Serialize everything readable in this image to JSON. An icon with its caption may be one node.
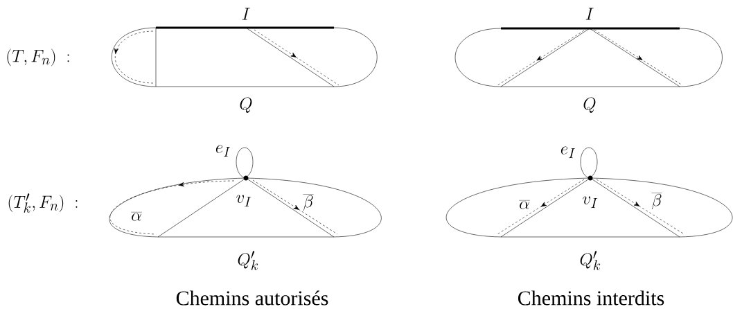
{
  "diagram": {
    "labels": [
      "(T,F_n)\\ :",
      "I",
      "I",
      "Q",
      "Q",
      "e_I",
      "e_I",
      "(T'_k,F_n)\\ :",
      "\\overline{\\alpha}",
      "v_I",
      "\\overline{\\beta}",
      "\\overline{\\alpha}",
      "v_I",
      "\\overline{\\beta}",
      "Q'_k",
      "Q'_k",
      "Chemins autorisés",
      "Chemins interdits"
    ]
  }
}
